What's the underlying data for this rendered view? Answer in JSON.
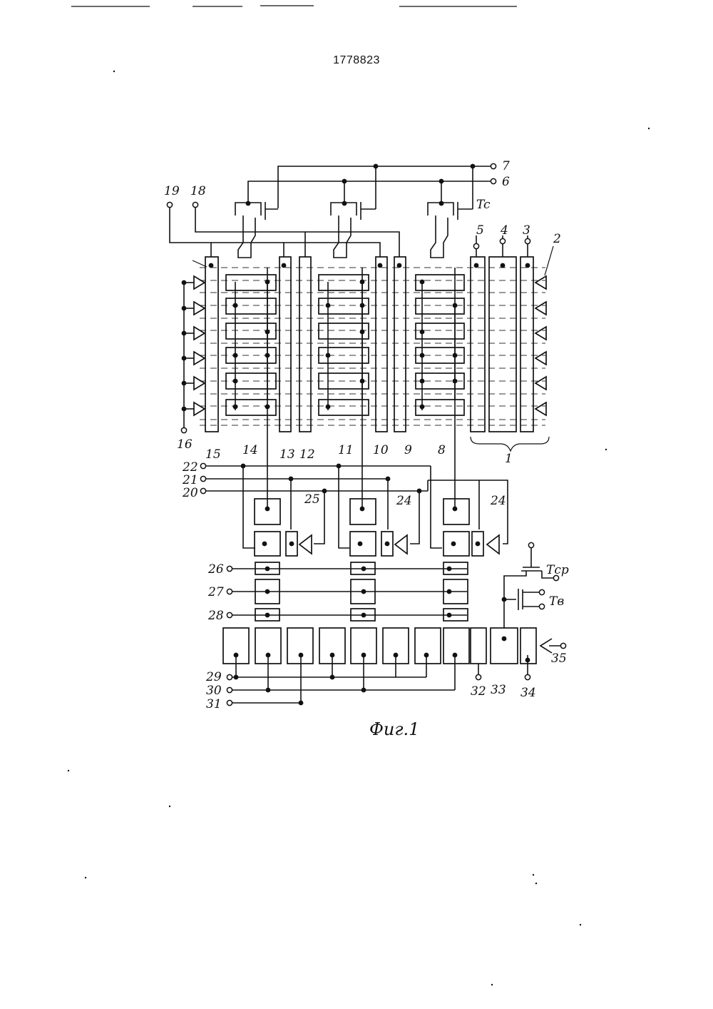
{
  "document": {
    "number": "1778823",
    "caption": "Фиг.1"
  },
  "labels": {
    "n1": "1",
    "n2": "2",
    "n3": "3",
    "n4": "4",
    "n5": "5",
    "n6": "6",
    "n7": "7",
    "n8": "8",
    "n9": "9",
    "n10": "10",
    "n11": "11",
    "n12": "12",
    "n13": "13",
    "n14": "14",
    "n15": "15",
    "n16": "16",
    "n18": "18",
    "n19": "19",
    "n20": "20",
    "n21": "21",
    "n22": "22",
    "n24a": "24",
    "n24b": "24",
    "n25": "25",
    "n26": "26",
    "n27": "27",
    "n28": "28",
    "n29": "29",
    "n30": "30",
    "n31": "31",
    "n32": "32",
    "n33": "33",
    "n34": "34",
    "n35": "35",
    "tc": "Tc",
    "tcp": "Tср",
    "tb": "Tв"
  }
}
